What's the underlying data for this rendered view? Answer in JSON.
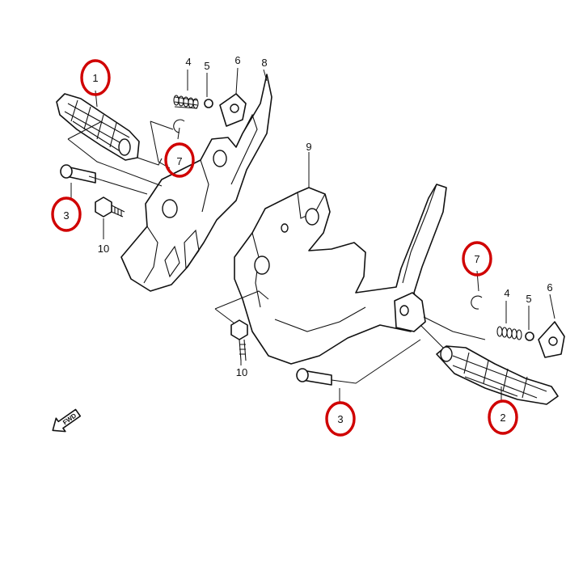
{
  "callouts": [
    {
      "label": "1",
      "highlighted": true
    },
    {
      "label": "2",
      "highlighted": true
    },
    {
      "label": "3",
      "highlighted": true
    },
    {
      "label": "3",
      "highlighted": true
    },
    {
      "label": "4",
      "highlighted": false
    },
    {
      "label": "4",
      "highlighted": false
    },
    {
      "label": "5",
      "highlighted": false
    },
    {
      "label": "5",
      "highlighted": false
    },
    {
      "label": "6",
      "highlighted": false
    },
    {
      "label": "6",
      "highlighted": false
    },
    {
      "label": "7",
      "highlighted": true
    },
    {
      "label": "7",
      "highlighted": true
    },
    {
      "label": "8",
      "highlighted": false
    },
    {
      "label": "9",
      "highlighted": false
    },
    {
      "label": "10",
      "highlighted": false
    },
    {
      "label": "10",
      "highlighted": false
    }
  ],
  "direction_indicator": {
    "label": "FWD"
  },
  "colors": {
    "highlight": "#d00000",
    "line": "#111111",
    "background": "#ffffff"
  }
}
